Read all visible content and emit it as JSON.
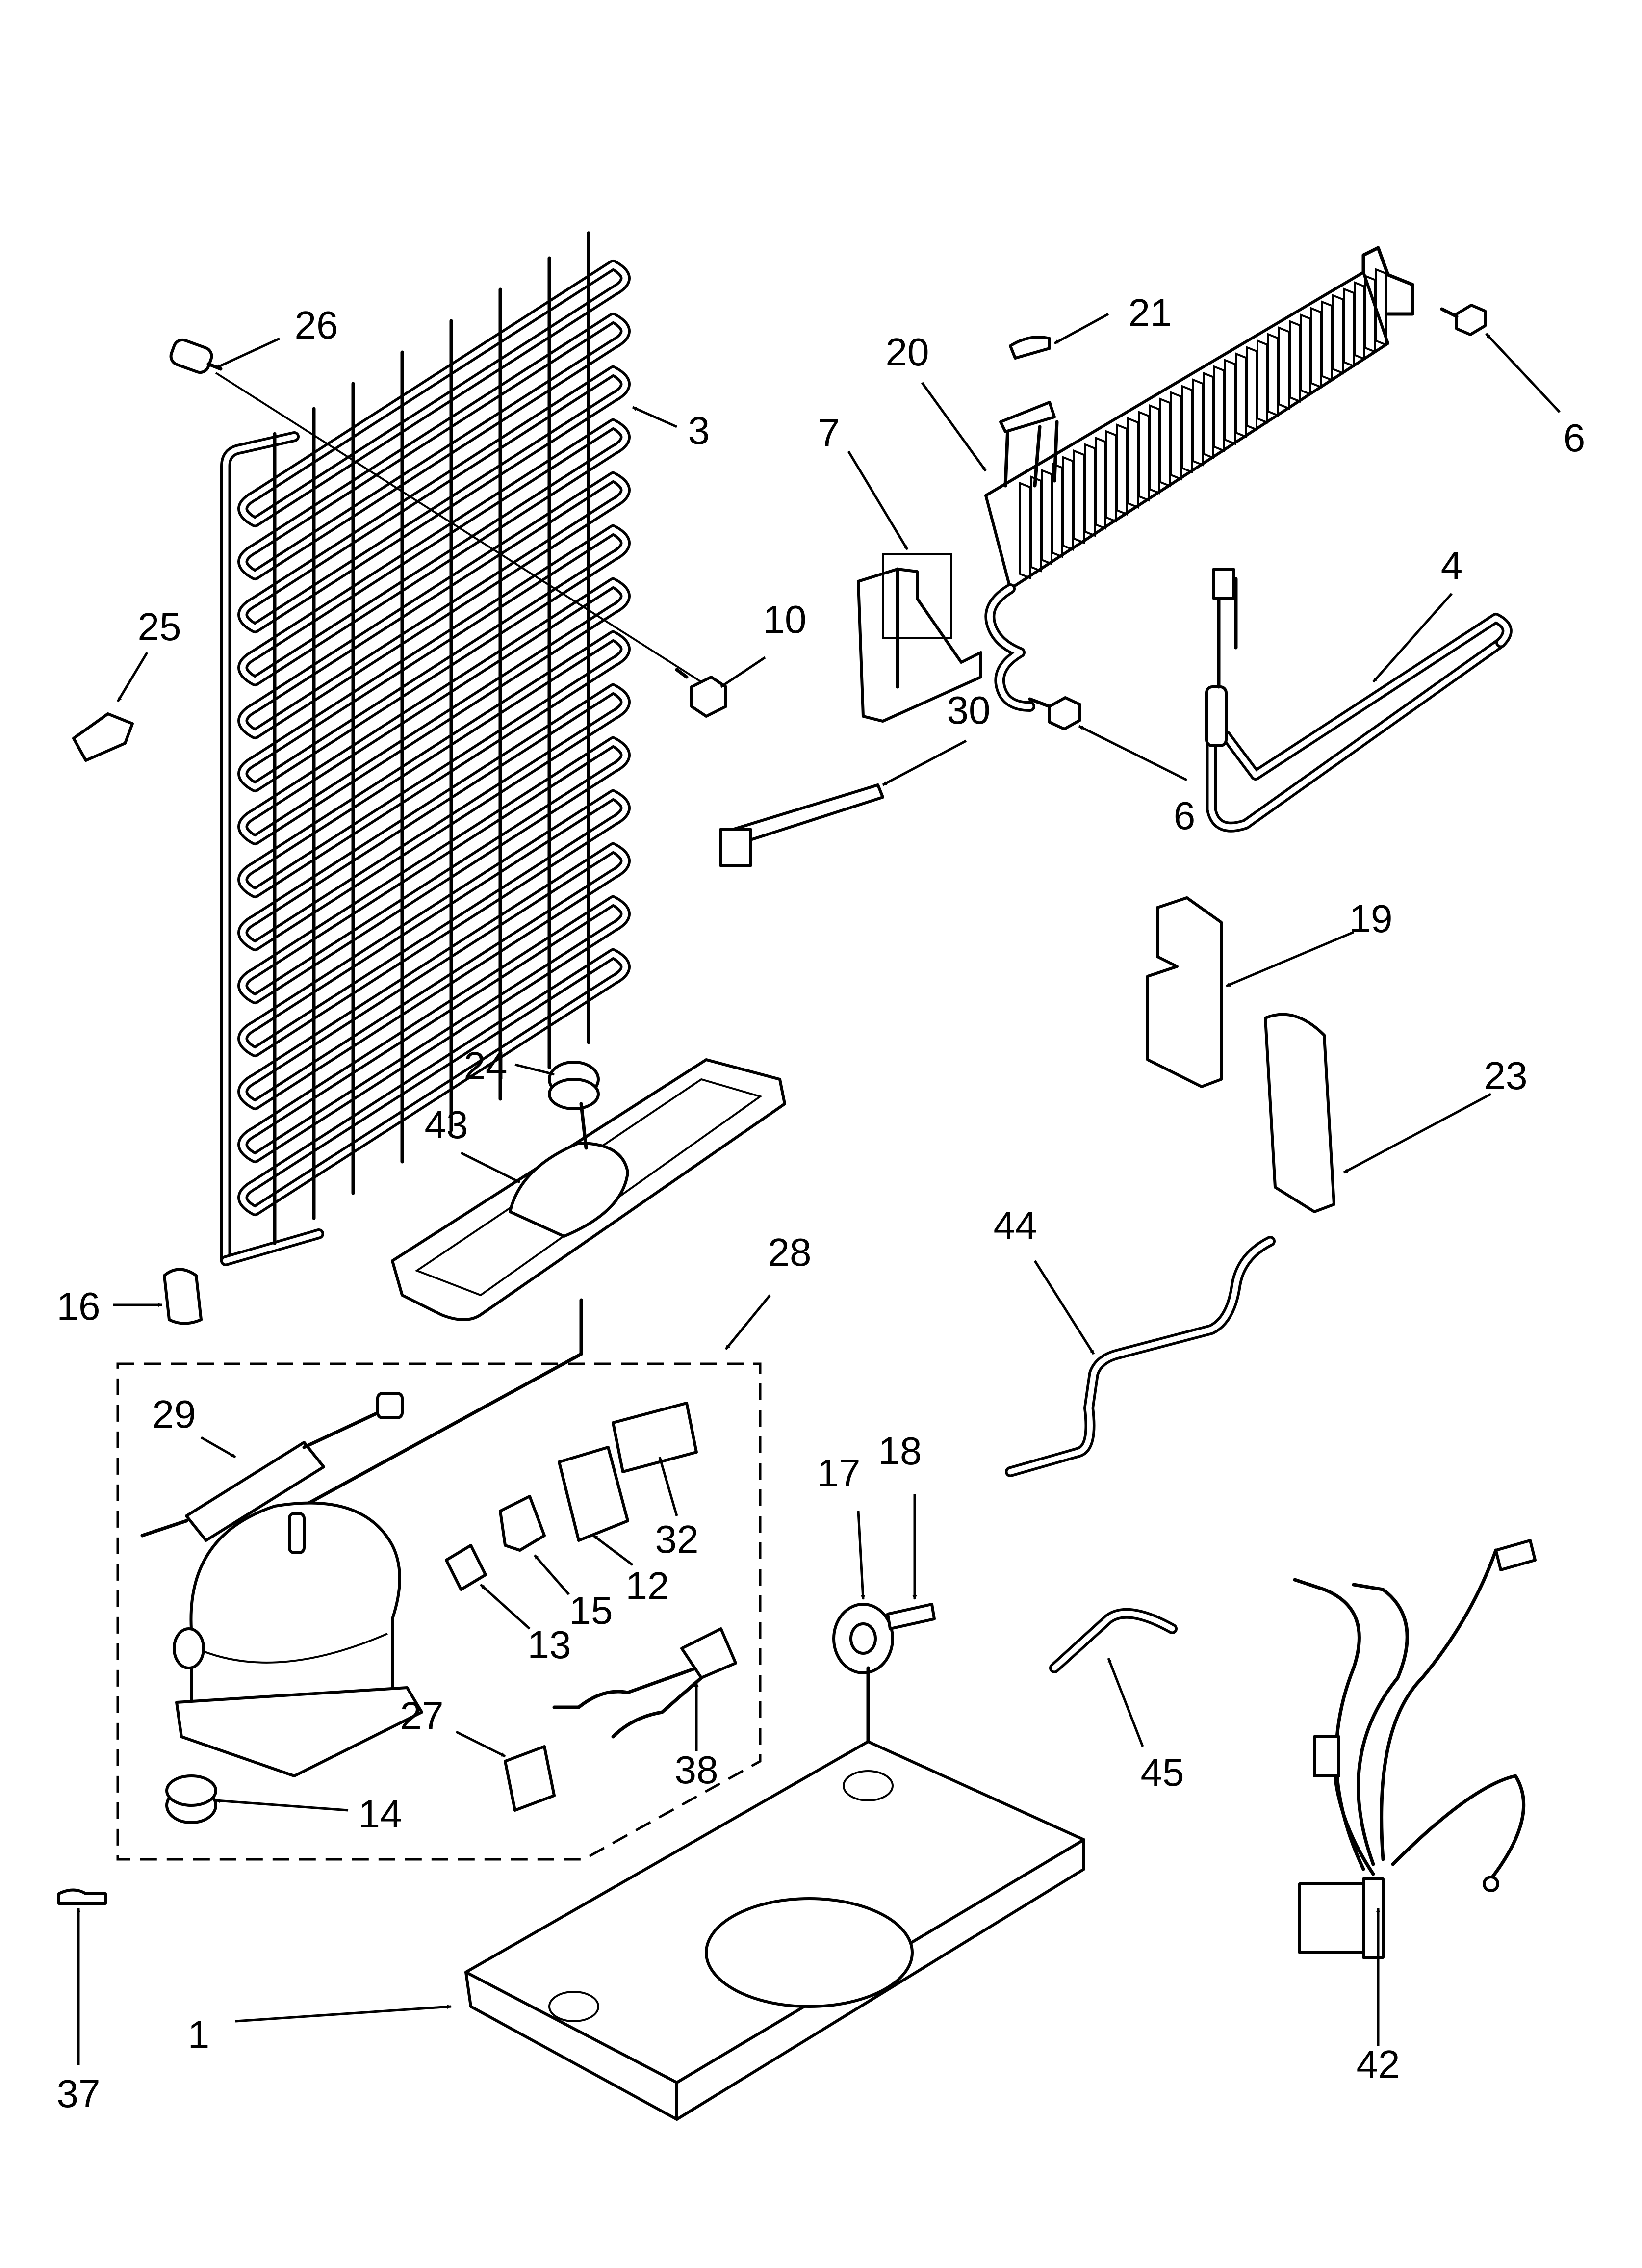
{
  "diagram": {
    "callouts": [
      {
        "id": "c1",
        "text": "1"
      },
      {
        "id": "c3",
        "text": "3"
      },
      {
        "id": "c4",
        "text": "4"
      },
      {
        "id": "c6a",
        "text": "6"
      },
      {
        "id": "c6b",
        "text": "6"
      },
      {
        "id": "c7",
        "text": "7"
      },
      {
        "id": "c10",
        "text": "10"
      },
      {
        "id": "c12",
        "text": "12"
      },
      {
        "id": "c13",
        "text": "13"
      },
      {
        "id": "c14",
        "text": "14"
      },
      {
        "id": "c15",
        "text": "15"
      },
      {
        "id": "c16",
        "text": "16"
      },
      {
        "id": "c17",
        "text": "17"
      },
      {
        "id": "c18",
        "text": "18"
      },
      {
        "id": "c19",
        "text": "19"
      },
      {
        "id": "c20",
        "text": "20"
      },
      {
        "id": "c21",
        "text": "21"
      },
      {
        "id": "c23",
        "text": "23"
      },
      {
        "id": "c24",
        "text": "24"
      },
      {
        "id": "c25",
        "text": "25"
      },
      {
        "id": "c26",
        "text": "26"
      },
      {
        "id": "c27",
        "text": "27"
      },
      {
        "id": "c28",
        "text": "28"
      },
      {
        "id": "c29",
        "text": "29"
      },
      {
        "id": "c30",
        "text": "30"
      },
      {
        "id": "c32",
        "text": "32"
      },
      {
        "id": "c37",
        "text": "37"
      },
      {
        "id": "c38",
        "text": "38"
      },
      {
        "id": "c42",
        "text": "42"
      },
      {
        "id": "c43",
        "text": "43"
      },
      {
        "id": "c44",
        "text": "44"
      },
      {
        "id": "c45",
        "text": "45"
      }
    ]
  }
}
